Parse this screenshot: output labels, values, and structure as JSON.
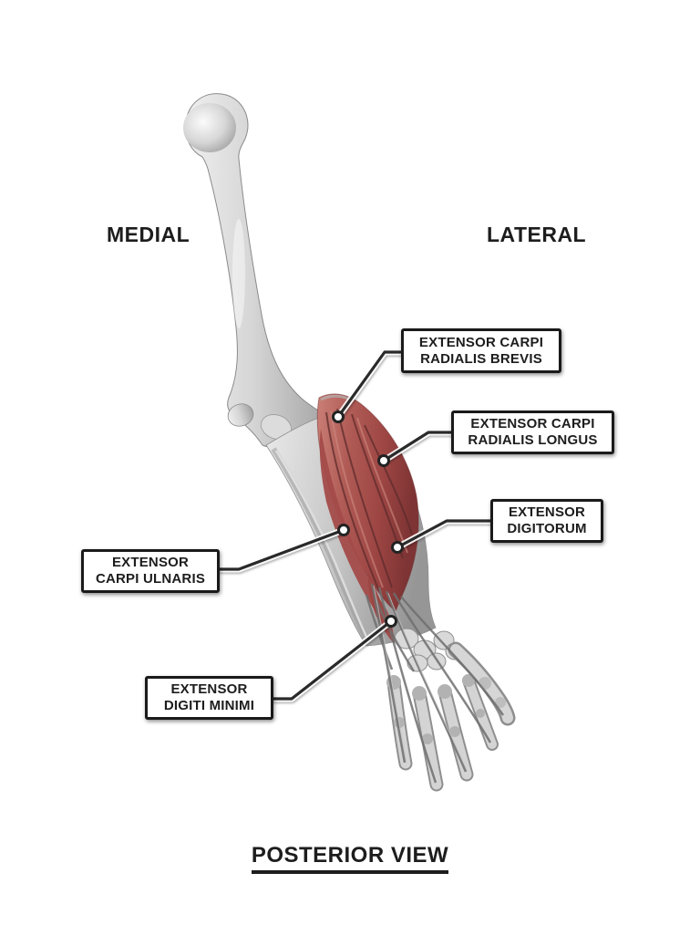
{
  "orientation": {
    "medial": "MEDIAL",
    "lateral": "LATERAL"
  },
  "labels": [
    {
      "id": "extensor-carpi-radialis-brevis",
      "lines": [
        "EXTENSOR CARPI",
        "RADIALIS BREVIS"
      ]
    },
    {
      "id": "extensor-carpi-radialis-longus",
      "lines": [
        "EXTENSOR CARPI",
        "RADIALIS LONGUS"
      ]
    },
    {
      "id": "extensor-digitorum",
      "lines": [
        "EXTENSOR",
        "DIGITORUM"
      ]
    },
    {
      "id": "extensor-carpi-ulnaris",
      "lines": [
        "EXTENSOR",
        "CARPI ULNARIS"
      ]
    },
    {
      "id": "extensor-digiti-minimi",
      "lines": [
        "EXTENSOR",
        "DIGITI MINIMI"
      ]
    }
  ],
  "footer": {
    "title": "POSTERIOR VIEW"
  },
  "colors": {
    "background": "#ffffff",
    "text": "#1d1d1d",
    "label_border": "#1a1a1a",
    "leader_line": "#2b2b2b",
    "muscle_red": "#a84e4c",
    "muscle_dark": "#5e2b2b",
    "bone_light": "#f2f2f2",
    "bone_mid": "#c9c9c9",
    "bone_dark": "#8f8f8f"
  }
}
